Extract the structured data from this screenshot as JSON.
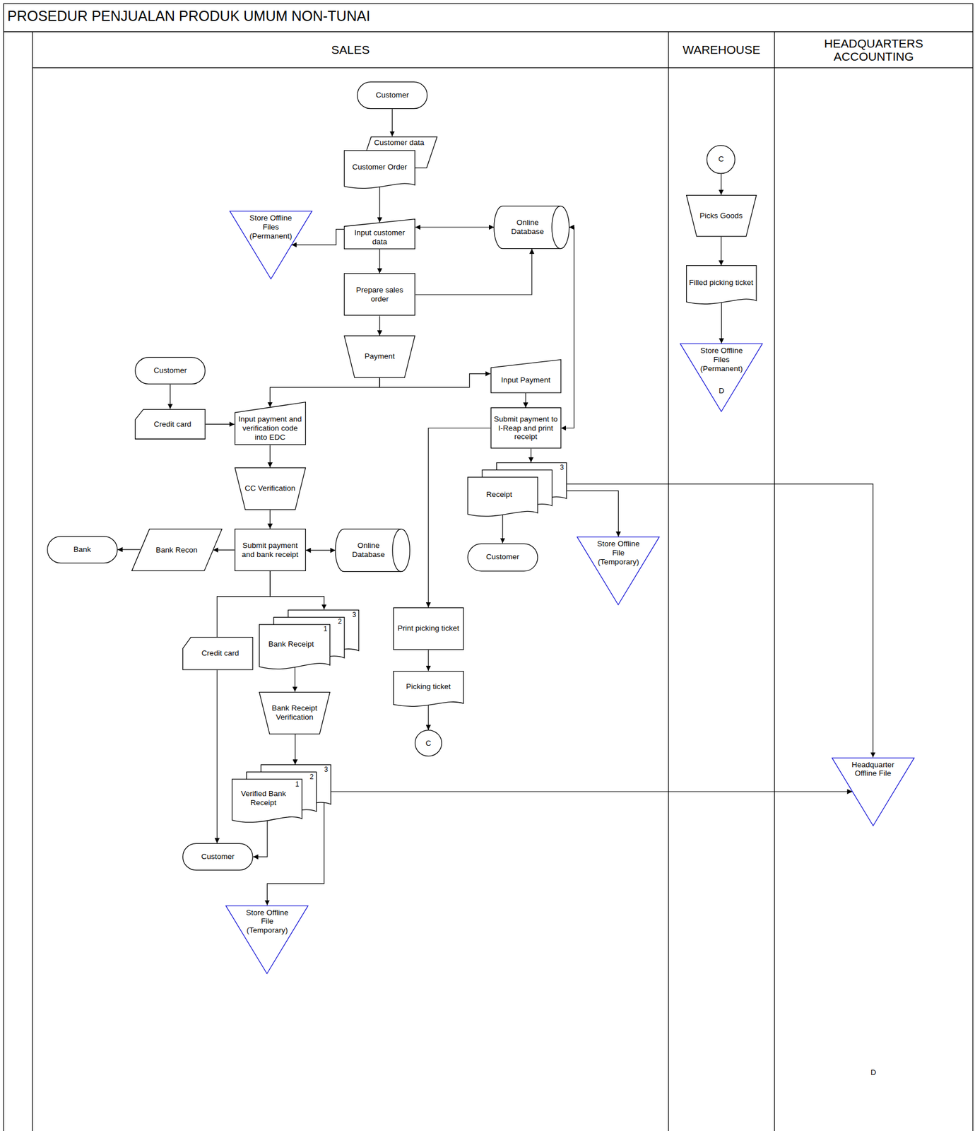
{
  "diagram": {
    "title": "PROSEDUR PENJUALAN PRODUK UMUM NON-TUNAI",
    "nodes": [
      {
        "text": [
          "SALES"
        ]
      },
      {
        "text": [
          "WAREHOUSE"
        ]
      },
      {
        "text": [
          "HEADQUARTERS ACCOUNTING"
        ]
      },
      {
        "text": [
          "Customer"
        ],
        "in": 0
      },
      {
        "text": [
          "Customer data"
        ],
        "in": 0
      },
      {
        "text": [
          "Customer Order"
        ],
        "in": 0
      },
      {
        "text": [
          "Store Offline Files (Permanent)"
        ],
        "in": 0
      },
      {
        "text": [
          "Input customer data"
        ],
        "in": 0
      },
      {
        "text": [
          "Online Database"
        ],
        "in": 0
      },
      {
        "text": [
          "Prepare sales order"
        ],
        "in": 0
      },
      {
        "text": [
          "Payment"
        ],
        "in": 0
      },
      {
        "text": [
          "Customer"
        ],
        "in": 0
      },
      {
        "text": [
          "Credit card"
        ],
        "in": 0
      },
      {
        "text": [
          "Input payment and verification code into EDC"
        ],
        "in": 0
      },
      {
        "text": [
          "Input Payment"
        ],
        "in": 0
      },
      {
        "text": [
          "Submit payment to I-Reap and print receipt"
        ],
        "in": 0
      },
      {
        "text": [
          "Receipt",
          "3"
        ],
        "in": 0
      },
      {
        "text": [
          "Store Offline File (Temporary)"
        ],
        "in": 0
      },
      {
        "text": [
          "Customer"
        ],
        "in": 0
      },
      {
        "text": [
          "CC Verification"
        ],
        "in": 0
      },
      {
        "text": [
          "Bank"
        ],
        "in": 0
      },
      {
        "text": [
          "Bank Recon"
        ],
        "in": 0
      },
      {
        "text": [
          "Submit payment and bank receipt"
        ],
        "in": 0
      },
      {
        "text": [
          "Online Database"
        ],
        "in": 0
      },
      {
        "text": [
          "Credit card"
        ],
        "in": 0
      },
      {
        "text": [
          "Bank Receipt",
          "1",
          "2",
          "3"
        ],
        "in": 0
      },
      {
        "text": [
          "Print picking ticket"
        ],
        "in": 0
      },
      {
        "text": [
          "Picking ticket"
        ],
        "in": 0
      },
      {
        "text": [
          "C"
        ],
        "in": 0
      },
      {
        "text": [
          "Bank Receipt Verification"
        ],
        "in": 0
      },
      {
        "text": [
          "Verified Bank Receipt",
          "1",
          "2",
          "3"
        ],
        "in": 0
      },
      {
        "text": [
          "Customer"
        ],
        "in": 0
      },
      {
        "text": [
          "Store Offline File (Temporary)"
        ],
        "in": 0
      },
      {
        "text": [
          "C"
        ],
        "in": 1
      },
      {
        "text": [
          "Picks Goods"
        ],
        "in": 1
      },
      {
        "text": [
          "Filled picking ticket"
        ],
        "in": 1
      },
      {
        "text": [
          "Store Offline Files (Permanent)",
          "D"
        ],
        "in": 1
      },
      {
        "text": [
          "Headquarter Offline File"
        ],
        "in": 2
      }
    ],
    "edges": [
      {
        "from": 3,
        "to": 4,
        "arrow": "to"
      },
      {
        "from": 5,
        "to": 7,
        "arrow": "to"
      },
      {
        "from": 7,
        "to": 6,
        "arrow": "to"
      },
      {
        "from": 7,
        "to": 8,
        "arrow": "both"
      },
      {
        "from": 7,
        "to": 9,
        "arrow": "to"
      },
      {
        "from": 9,
        "to": 8,
        "arrow": "to"
      },
      {
        "from": 9,
        "to": 10,
        "arrow": "to"
      },
      {
        "from": 10,
        "to": 13,
        "arrow": "to"
      },
      {
        "from": 10,
        "to": 14,
        "arrow": "to"
      },
      {
        "from": 11,
        "to": 12,
        "arrow": "to"
      },
      {
        "from": 12,
        "to": 13,
        "arrow": "to"
      },
      {
        "from": 13,
        "to": 19,
        "arrow": "to"
      },
      {
        "from": 14,
        "to": 15,
        "arrow": "to"
      },
      {
        "from": 15,
        "to": 8,
        "arrow": "both"
      },
      {
        "from": 15,
        "to": 16,
        "arrow": "to"
      },
      {
        "from": 15,
        "to": 26,
        "arrow": "to"
      },
      {
        "from": 16,
        "to": 18,
        "arrow": "to"
      },
      {
        "from": 16,
        "to": 17,
        "arrow": "to"
      },
      {
        "from": 16,
        "to": 37,
        "arrow": "to"
      },
      {
        "from": 19,
        "to": 22,
        "arrow": "to"
      },
      {
        "from": 22,
        "to": 21,
        "arrow": "to"
      },
      {
        "from": 21,
        "to": 20,
        "arrow": "to"
      },
      {
        "from": 22,
        "to": 23,
        "arrow": "both"
      },
      {
        "from": 22,
        "to": 24,
        "arrow": "none"
      },
      {
        "from": 22,
        "to": 25,
        "arrow": "to"
      },
      {
        "from": 24,
        "to": 31,
        "arrow": "to"
      },
      {
        "from": 25,
        "to": 29,
        "arrow": "to"
      },
      {
        "from": 29,
        "to": 30,
        "arrow": "to"
      },
      {
        "from": 30,
        "to": 31,
        "arrow": "to"
      },
      {
        "from": 30,
        "to": 32,
        "arrow": "to"
      },
      {
        "from": 30,
        "to": 37,
        "arrow": "to"
      },
      {
        "from": 26,
        "to": 27,
        "arrow": "to"
      },
      {
        "from": 27,
        "to": 28,
        "arrow": "to"
      },
      {
        "from": 33,
        "to": 34,
        "arrow": "to"
      },
      {
        "from": 34,
        "to": 35,
        "arrow": "to"
      },
      {
        "from": 35,
        "to": 36,
        "arrow": "to"
      }
    ],
    "labels": [
      "D"
    ]
  }
}
